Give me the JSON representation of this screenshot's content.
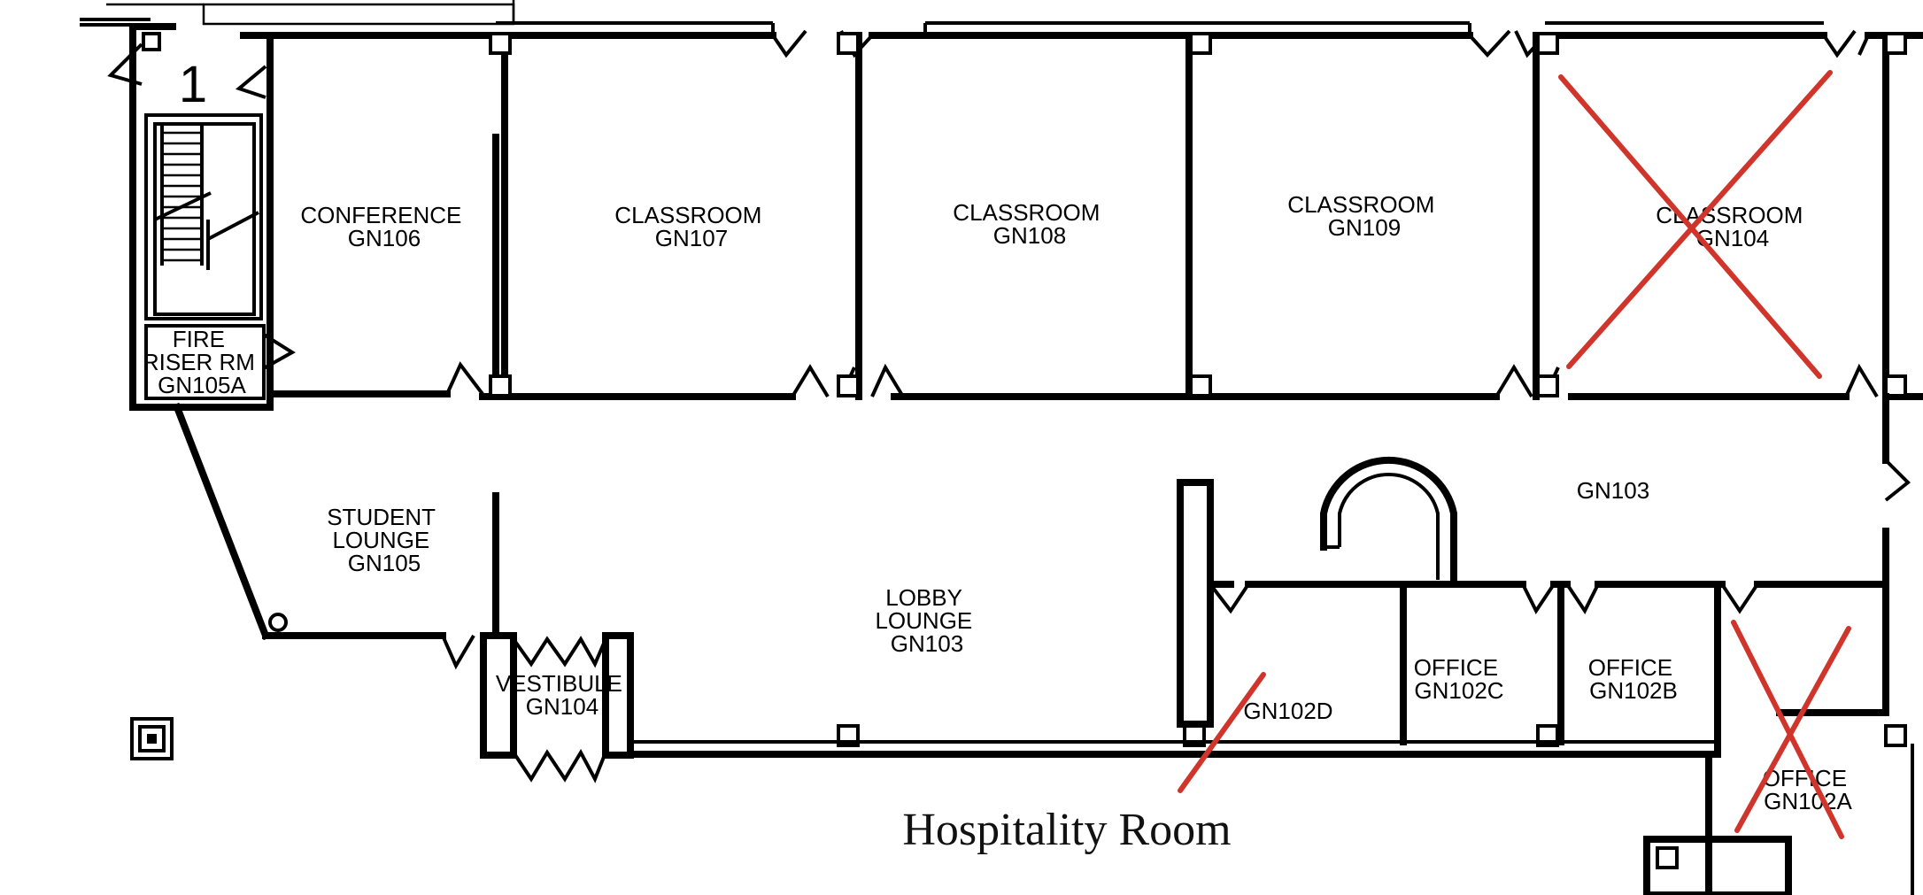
{
  "floor_plan": {
    "stair_number": "1",
    "rooms": [
      {
        "id": "fire-riser",
        "lines": [
          "FIRE",
          "RISER RM",
          "GN105A"
        ]
      },
      {
        "id": "conference",
        "lines": [
          "CONFERENCE",
          "GN106"
        ]
      },
      {
        "id": "classroom-107",
        "lines": [
          "CLASSROOM",
          "GN107"
        ]
      },
      {
        "id": "classroom-108",
        "lines": [
          "CLASSROOM",
          "GN108"
        ]
      },
      {
        "id": "classroom-109",
        "lines": [
          "CLASSROOM",
          "GN109"
        ]
      },
      {
        "id": "classroom-104",
        "lines": [
          "CLASSROOM",
          "GN104"
        ]
      },
      {
        "id": "student-lounge",
        "lines": [
          "STUDENT",
          "LOUNGE",
          "GN105"
        ]
      },
      {
        "id": "lobby-lounge",
        "lines": [
          "LOBBY",
          "LOUNGE",
          "GN103"
        ]
      },
      {
        "id": "vestibule",
        "lines": [
          "VESTIBULE",
          "GN104"
        ]
      },
      {
        "id": "corridor",
        "lines": [
          "GN103"
        ]
      },
      {
        "id": "gn102d",
        "lines": [
          "GN102D"
        ]
      },
      {
        "id": "office-102c",
        "lines": [
          "OFFICE",
          "GN102C"
        ]
      },
      {
        "id": "office-102b",
        "lines": [
          "OFFICE",
          "GN102B"
        ]
      },
      {
        "id": "office-102a",
        "lines": [
          "OFFICE",
          "GN102A"
        ]
      }
    ],
    "annotation": "Hospitality Room",
    "colors": {
      "walls": "#000000",
      "markup": "#d0352b",
      "background": "#ffffff"
    }
  }
}
